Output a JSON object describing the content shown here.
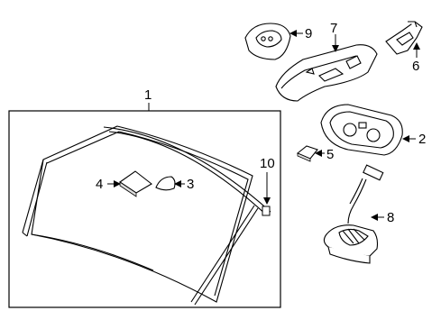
{
  "callouts": {
    "c1": "1",
    "c2": "2",
    "c3": "3",
    "c4": "4",
    "c5": "5",
    "c6": "6",
    "c7": "7",
    "c8": "8",
    "c9": "9",
    "c10": "10"
  },
  "colors": {
    "line": "#000000",
    "background": "#ffffff",
    "part_fill": "#ffffff"
  }
}
